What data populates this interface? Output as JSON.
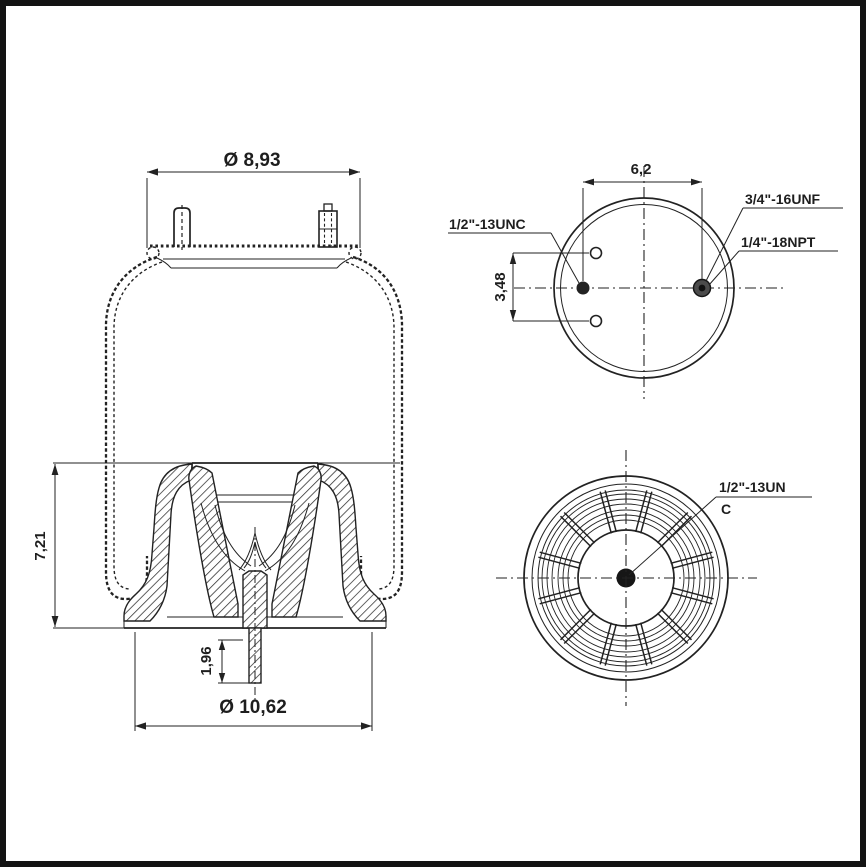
{
  "side_view": {
    "top_diameter": "Ø 8,93",
    "height": "7,21",
    "stud_length": "1,96",
    "base_diameter": "Ø 10,62"
  },
  "top_view": {
    "stud_spacing": "6,2",
    "hole_offset": "3,48",
    "left_thread": "1/2\"-13UNC",
    "right_thread": "3/4\"-16UNF",
    "port_thread": "1/4\"-18NPT"
  },
  "bottom_view": {
    "thread_line1": "1/2\"-13UN",
    "thread_line2": "C"
  },
  "colors": {
    "line": "#222222",
    "background": "#ffffff",
    "frame": "#131313"
  }
}
